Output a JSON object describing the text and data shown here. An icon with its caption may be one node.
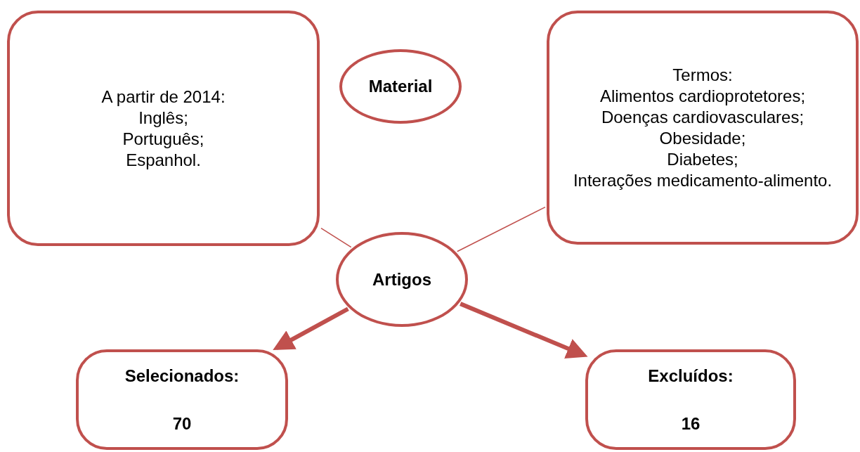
{
  "diagram": {
    "nodes": [
      {
        "text": [
          "A partir de 2014:",
          "Inglês;",
          "Português;",
          "Espanhol."
        ]
      },
      {
        "text": [
          "Material"
        ]
      },
      {
        "text": [
          "Termos:",
          "Alimentos cardioprotetores;",
          "Doenças cardiovasculares;",
          "Obesidade;",
          "Diabetes;",
          "Interações medicamento-alimento."
        ]
      },
      {
        "text": [
          "Artigos"
        ]
      },
      {
        "text": [
          "Selecionados:",
          "70"
        ]
      },
      {
        "text": [
          "Excluídos:",
          "16"
        ]
      }
    ],
    "edges": [
      {
        "from": 0,
        "to": 3,
        "arrow": "none"
      },
      {
        "from": 2,
        "to": 3,
        "arrow": "none"
      },
      {
        "from": 3,
        "to": 4,
        "arrow": "to",
        "style": "thick"
      },
      {
        "from": 3,
        "to": 5,
        "arrow": "to",
        "style": "thick"
      }
    ]
  }
}
